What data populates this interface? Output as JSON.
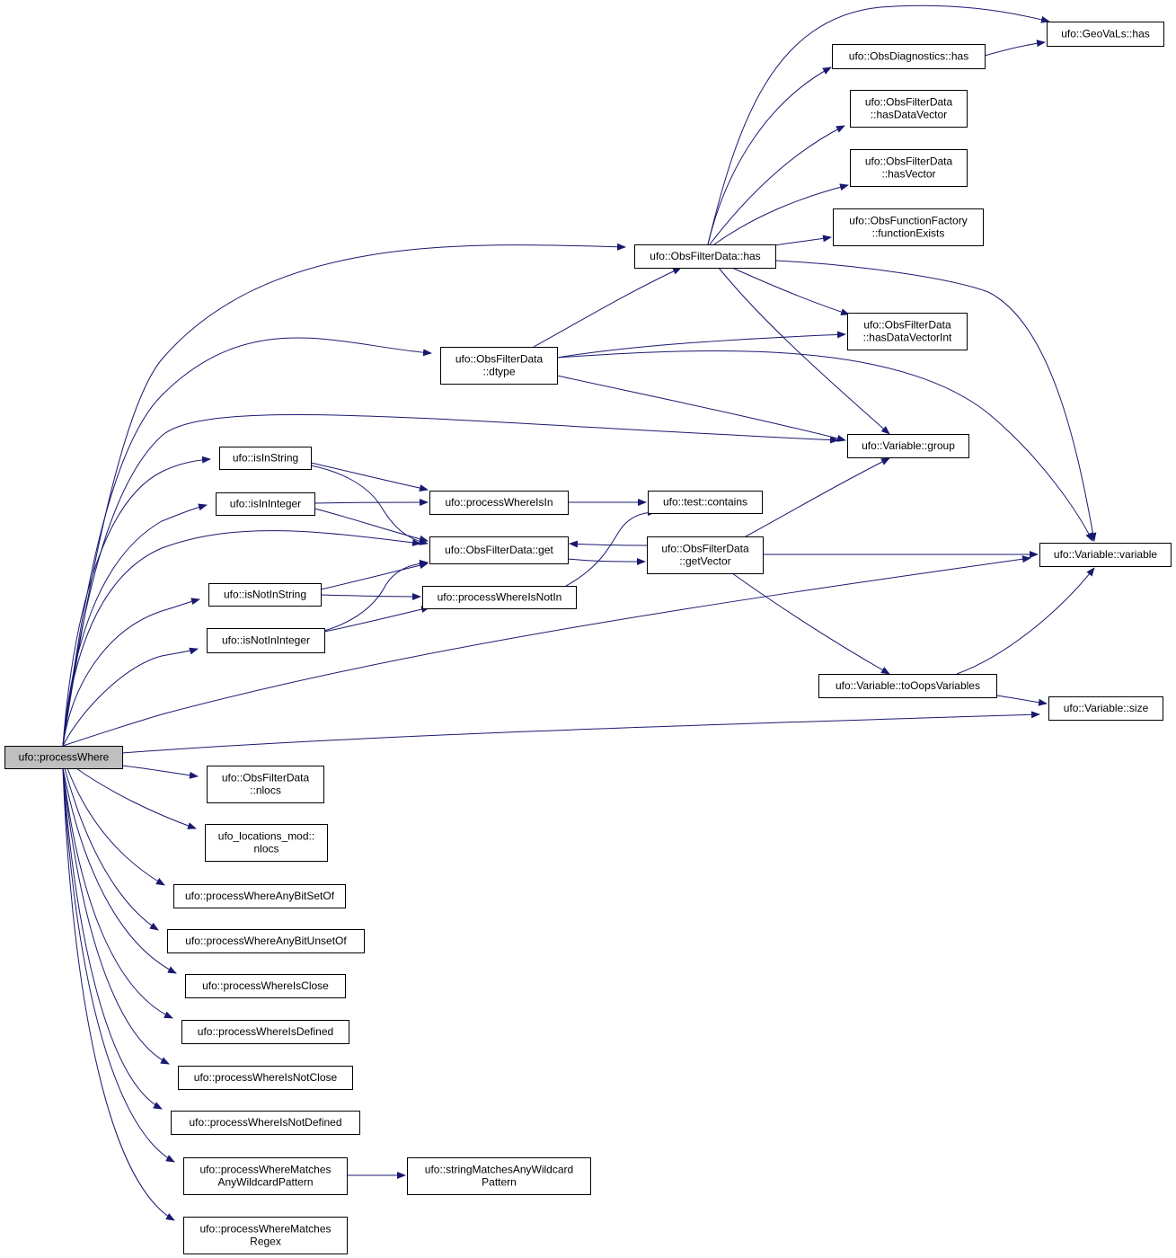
{
  "colors": {
    "edge": "#191970",
    "node_border": "#000000",
    "root_fill": "#bfbfbf",
    "node_fill": "#ffffff"
  },
  "nodes": [
    {
      "id": "processWhere",
      "lines": [
        "ufo::processWhere"
      ],
      "root": true
    },
    {
      "id": "GeoVaLs_has",
      "lines": [
        "ufo::GeoVaLs::has"
      ]
    },
    {
      "id": "ObsDiagnostics_has",
      "lines": [
        "ufo::ObsDiagnostics::has"
      ]
    },
    {
      "id": "hasDataVector",
      "lines": [
        "ufo::ObsFilterData",
        "::hasDataVector"
      ]
    },
    {
      "id": "hasVector",
      "lines": [
        "ufo::ObsFilterData",
        "::hasVector"
      ]
    },
    {
      "id": "functionExists",
      "lines": [
        "ufo::ObsFunctionFactory",
        "::functionExists"
      ]
    },
    {
      "id": "ObsFilterData_has",
      "lines": [
        "ufo::ObsFilterData::has"
      ]
    },
    {
      "id": "hasDataVectorInt",
      "lines": [
        "ufo::ObsFilterData",
        "::hasDataVectorInt"
      ]
    },
    {
      "id": "dtype",
      "lines": [
        "ufo::ObsFilterData",
        "::dtype"
      ]
    },
    {
      "id": "Variable_group",
      "lines": [
        "ufo::Variable::group"
      ]
    },
    {
      "id": "isInString",
      "lines": [
        "ufo::isInString"
      ]
    },
    {
      "id": "isInInteger",
      "lines": [
        "ufo::isInInteger"
      ]
    },
    {
      "id": "processWhereIsIn",
      "lines": [
        "ufo::processWhereIsIn"
      ]
    },
    {
      "id": "test_contains",
      "lines": [
        "ufo::test::contains"
      ]
    },
    {
      "id": "ObsFilterData_get",
      "lines": [
        "ufo::ObsFilterData::get"
      ]
    },
    {
      "id": "getVector",
      "lines": [
        "ufo::ObsFilterData",
        "::getVector"
      ]
    },
    {
      "id": "Variable_variable",
      "lines": [
        "ufo::Variable::variable"
      ]
    },
    {
      "id": "isNotInString",
      "lines": [
        "ufo::isNotInString"
      ]
    },
    {
      "id": "processWhereIsNotIn",
      "lines": [
        "ufo::processWhereIsNotIn"
      ]
    },
    {
      "id": "isNotInInteger",
      "lines": [
        "ufo::isNotInInteger"
      ]
    },
    {
      "id": "toOopsVariables",
      "lines": [
        "ufo::Variable::toOopsVariables"
      ]
    },
    {
      "id": "Variable_size",
      "lines": [
        "ufo::Variable::size"
      ]
    },
    {
      "id": "ObsFilterData_nlocs",
      "lines": [
        "ufo::ObsFilterData",
        "::nlocs"
      ]
    },
    {
      "id": "locations_nlocs",
      "lines": [
        "ufo_locations_mod::",
        "nlocs"
      ]
    },
    {
      "id": "AnyBitSetOf",
      "lines": [
        "ufo::processWhereAnyBitSetOf"
      ]
    },
    {
      "id": "AnyBitUnsetOf",
      "lines": [
        "ufo::processWhereAnyBitUnsetOf"
      ]
    },
    {
      "id": "IsClose",
      "lines": [
        "ufo::processWhereIsClose"
      ]
    },
    {
      "id": "IsDefined",
      "lines": [
        "ufo::processWhereIsDefined"
      ]
    },
    {
      "id": "IsNotClose",
      "lines": [
        "ufo::processWhereIsNotClose"
      ]
    },
    {
      "id": "IsNotDefined",
      "lines": [
        "ufo::processWhereIsNotDefined"
      ]
    },
    {
      "id": "MatchesAnyWildcard",
      "lines": [
        "ufo::processWhereMatches",
        "AnyWildcardPattern"
      ]
    },
    {
      "id": "stringMatchesAnyWildcard",
      "lines": [
        "ufo::stringMatchesAnyWildcard",
        "Pattern"
      ]
    },
    {
      "id": "MatchesRegex",
      "lines": [
        "ufo::processWhereMatches",
        "Regex"
      ]
    }
  ],
  "edges": [
    [
      "processWhere",
      "ObsFilterData_has"
    ],
    [
      "processWhere",
      "dtype"
    ],
    [
      "processWhere",
      "Variable_group"
    ],
    [
      "processWhere",
      "isInString"
    ],
    [
      "processWhere",
      "isInInteger"
    ],
    [
      "processWhere",
      "ObsFilterData_get"
    ],
    [
      "processWhere",
      "isNotInString"
    ],
    [
      "processWhere",
      "isNotInInteger"
    ],
    [
      "processWhere",
      "Variable_variable"
    ],
    [
      "processWhere",
      "Variable_size"
    ],
    [
      "processWhere",
      "ObsFilterData_nlocs"
    ],
    [
      "processWhere",
      "locations_nlocs"
    ],
    [
      "processWhere",
      "AnyBitSetOf"
    ],
    [
      "processWhere",
      "AnyBitUnsetOf"
    ],
    [
      "processWhere",
      "IsClose"
    ],
    [
      "processWhere",
      "IsDefined"
    ],
    [
      "processWhere",
      "IsNotClose"
    ],
    [
      "processWhere",
      "IsNotDefined"
    ],
    [
      "processWhere",
      "MatchesAnyWildcard"
    ],
    [
      "processWhere",
      "MatchesRegex"
    ],
    [
      "ObsFilterData_has",
      "GeoVaLs_has"
    ],
    [
      "ObsFilterData_has",
      "ObsDiagnostics_has"
    ],
    [
      "ObsFilterData_has",
      "hasDataVector"
    ],
    [
      "ObsFilterData_has",
      "hasVector"
    ],
    [
      "ObsFilterData_has",
      "functionExists"
    ],
    [
      "ObsFilterData_has",
      "hasDataVectorInt"
    ],
    [
      "ObsFilterData_has",
      "Variable_group"
    ],
    [
      "ObsFilterData_has",
      "Variable_variable"
    ],
    [
      "ObsDiagnostics_has",
      "GeoVaLs_has"
    ],
    [
      "dtype",
      "ObsFilterData_has"
    ],
    [
      "dtype",
      "hasDataVectorInt"
    ],
    [
      "dtype",
      "Variable_group"
    ],
    [
      "dtype",
      "Variable_variable"
    ],
    [
      "isInString",
      "processWhereIsIn"
    ],
    [
      "isInString",
      "ObsFilterData_get"
    ],
    [
      "isInInteger",
      "processWhereIsIn"
    ],
    [
      "isInInteger",
      "ObsFilterData_get"
    ],
    [
      "processWhereIsIn",
      "test_contains"
    ],
    [
      "ObsFilterData_get",
      "getVector"
    ],
    [
      "getVector",
      "ObsFilterData_get"
    ],
    [
      "getVector",
      "Variable_group"
    ],
    [
      "getVector",
      "Variable_variable"
    ],
    [
      "getVector",
      "toOopsVariables"
    ],
    [
      "isNotInString",
      "ObsFilterData_get"
    ],
    [
      "isNotInString",
      "processWhereIsNotIn"
    ],
    [
      "isNotInInteger",
      "ObsFilterData_get"
    ],
    [
      "isNotInInteger",
      "processWhereIsNotIn"
    ],
    [
      "processWhereIsNotIn",
      "test_contains"
    ],
    [
      "toOopsVariables",
      "Variable_variable"
    ],
    [
      "toOopsVariables",
      "Variable_size"
    ],
    [
      "MatchesAnyWildcard",
      "stringMatchesAnyWildcard"
    ]
  ]
}
